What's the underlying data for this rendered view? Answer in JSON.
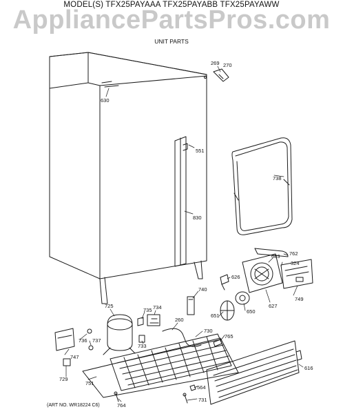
{
  "header": {
    "model_title": "MODEL(S) TFX25PAYAAA  TFX25PAYABB  TFX25PAYAWW",
    "watermark": "AppliancePartsPros.com",
    "section_title": "UNIT PARTS"
  },
  "footer": {
    "art_no": "(ART NO. WR18224 C6)"
  },
  "parts": [
    {
      "id": "p269",
      "label": "269"
    },
    {
      "id": "p270",
      "label": "270"
    },
    {
      "id": "p630",
      "label": "630"
    },
    {
      "id": "p551",
      "label": "551"
    },
    {
      "id": "p738",
      "label": "738"
    },
    {
      "id": "p830",
      "label": "830"
    },
    {
      "id": "p762",
      "label": "762"
    },
    {
      "id": "p683",
      "label": "683"
    },
    {
      "id": "p324",
      "label": "324"
    },
    {
      "id": "p626",
      "label": "626"
    },
    {
      "id": "p740",
      "label": "740"
    },
    {
      "id": "p749",
      "label": "749"
    },
    {
      "id": "p627",
      "label": "627"
    },
    {
      "id": "p725",
      "label": "725"
    },
    {
      "id": "p735",
      "label": "735"
    },
    {
      "id": "p734",
      "label": "734"
    },
    {
      "id": "p651",
      "label": "651"
    },
    {
      "id": "p650",
      "label": "650"
    },
    {
      "id": "p260",
      "label": "260"
    },
    {
      "id": "p730",
      "label": "730"
    },
    {
      "id": "p765",
      "label": "765"
    },
    {
      "id": "p736",
      "label": "736"
    },
    {
      "id": "p737",
      "label": "737"
    },
    {
      "id": "p733",
      "label": "733"
    },
    {
      "id": "p747",
      "label": "747"
    },
    {
      "id": "p729",
      "label": "729"
    },
    {
      "id": "p751",
      "label": "751"
    },
    {
      "id": "p616",
      "label": "616"
    },
    {
      "id": "p564",
      "label": "564"
    },
    {
      "id": "p764",
      "label": "764"
    },
    {
      "id": "p731",
      "label": "731"
    }
  ],
  "colors": {
    "line": "#1a1a1a",
    "watermark": "#c9c9c9",
    "background": "#ffffff"
  }
}
